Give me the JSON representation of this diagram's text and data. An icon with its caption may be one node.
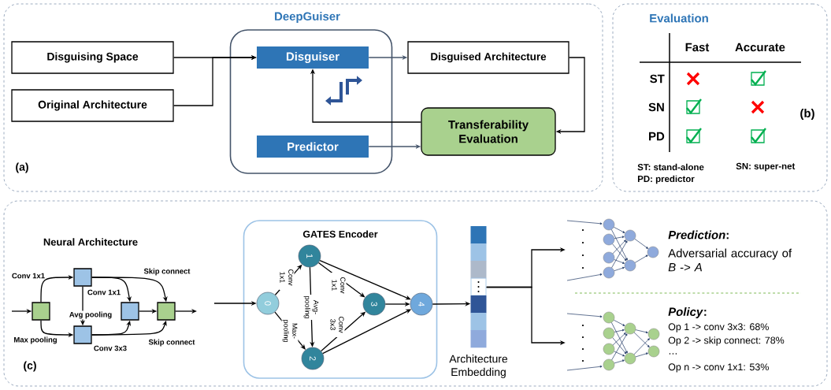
{
  "diagram": {
    "nodes": [
      {
        "text": [
          "(a)"
        ]
      },
      {
        "text": [
          "DeepGuiser"
        ],
        "in": 0
      },
      {
        "text": [
          "Disguising Space"
        ],
        "in": 0
      },
      {
        "text": [
          "Original Architecture"
        ],
        "in": 0
      },
      {
        "text": [
          "Disguiser"
        ],
        "in": 1
      },
      {
        "text": [
          "Predictor"
        ],
        "in": 1
      },
      {
        "text": [
          "Disguised Architecture"
        ],
        "in": 0
      },
      {
        "text": [
          "Transferability Evaluation"
        ],
        "in": 0
      },
      {
        "text": [
          "Evaluation",
          "(b)"
        ]
      },
      {
        "text": [
          "(c)"
        ]
      },
      {
        "text": [],
        "shape": "box",
        "in": 9
      },
      {
        "text": [],
        "shape": "box",
        "in": 9
      },
      {
        "text": [],
        "shape": "box",
        "in": 9
      },
      {
        "text": [],
        "shape": "box",
        "in": 9
      },
      {
        "text": [],
        "shape": "box",
        "in": 9
      },
      {
        "text": [
          "GATES Encoder"
        ],
        "in": 9
      },
      {
        "text": [
          "0"
        ],
        "in": 15
      },
      {
        "text": [
          "1"
        ],
        "in": 15
      },
      {
        "text": [
          "2"
        ],
        "in": 15
      },
      {
        "text": [
          "3"
        ],
        "in": 15
      },
      {
        "text": [
          "4"
        ],
        "in": 15
      },
      {
        "text": [],
        "shape": "bar",
        "in": 9,
        "beside": [
          "Architecture Embedding"
        ]
      },
      {
        "text": [],
        "shape": "picture",
        "in": 9,
        "beside": [
          "*Prediction*:",
          "Adversarial accuracy of *B* -> *A*"
        ]
      },
      {
        "text": [],
        "shape": "picture",
        "in": 9,
        "beside": [
          "*Policy*:",
          "Op 1 -> conv 3x3: 68%",
          "Op 2 -> skip connect: 78%",
          "…",
          "Op n -> conv 1x1: 53%"
        ]
      }
    ],
    "edges": [
      {
        "from": 2,
        "to": 4,
        "arrow": "to"
      },
      {
        "from": 3,
        "to": 4,
        "arrow": "to"
      },
      {
        "from": 4,
        "to": 6,
        "arrow": "to",
        "color": "#44546a"
      },
      {
        "from": 6,
        "to": 7,
        "arrow": "to"
      },
      {
        "from": 7,
        "to": 4,
        "arrow": "to"
      },
      {
        "from": 5,
        "to": 7,
        "arrow": "to",
        "color": "#44546a"
      },
      {
        "from": null,
        "to": 10,
        "arrow": "to"
      },
      {
        "from": 10,
        "to": 11,
        "arrow": "to",
        "label": "Conv 1x1"
      },
      {
        "from": 10,
        "to": 12,
        "arrow": "to",
        "label": "Max pooling"
      },
      {
        "from": 11,
        "to": 12,
        "arrow": "to",
        "label": "Avg pooling"
      },
      {
        "from": 11,
        "to": 13,
        "arrow": "to",
        "label": "Conv 1x1"
      },
      {
        "from": 11,
        "to": 14,
        "arrow": "to",
        "label": "Skip connect"
      },
      {
        "from": 12,
        "to": 13,
        "arrow": "to",
        "label": "Conv 3x3"
      },
      {
        "from": 12,
        "to": 14,
        "arrow": "to",
        "label": "Skip connect"
      },
      {
        "from": 13,
        "to": 14,
        "arrow": "to"
      },
      {
        "from": 14,
        "to": null,
        "arrow": "to"
      },
      {
        "from": null,
        "to": 16,
        "arrow": "to"
      },
      {
        "from": 16,
        "to": 17,
        "arrow": "to",
        "label": "Conv 1x1"
      },
      {
        "from": 16,
        "to": 18,
        "arrow": "to",
        "label": "Max- pooling"
      },
      {
        "from": 17,
        "to": 18,
        "arrow": "to",
        "label": "Avg- pooling"
      },
      {
        "from": 17,
        "to": 19,
        "arrow": "to",
        "label": "Conv 1x1"
      },
      {
        "from": 18,
        "to": 19,
        "arrow": "to",
        "label": "Conv 3x3"
      },
      {
        "from": 17,
        "to": 20,
        "arrow": "to"
      },
      {
        "from": 19,
        "to": 20,
        "arrow": "to"
      },
      {
        "from": 18,
        "to": 20,
        "arrow": "to"
      },
      {
        "from": 20,
        "to": 21,
        "arrow": "to"
      },
      {
        "from": 21,
        "to": 22,
        "arrow": "to"
      },
      {
        "from": 21,
        "to": 23,
        "arrow": "to"
      }
    ],
    "labels": [
      "Neural Architecture",
      "Fast",
      "Accurate",
      "ST",
      "SN",
      "PD",
      "ST: stand-alone",
      "SN: super-net",
      "PD: predictor"
    ]
  }
}
